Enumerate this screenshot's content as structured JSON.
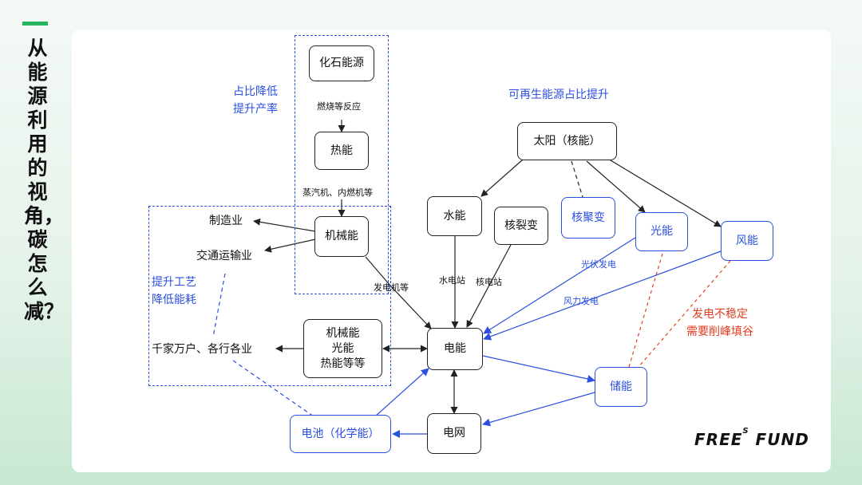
{
  "title": "从能源利用的视角，碳怎么减？",
  "nodes": {
    "fossil": "化石能源",
    "heat": "热能",
    "mechanical": "机械能",
    "sun": "太阳（核能）",
    "hydro": "水能",
    "fission": "核裂变",
    "fusion": "核聚变",
    "solar": "光能",
    "wind": "风能",
    "electricity": "电能",
    "terminal": "机械能\n光能\n热能等等",
    "storage": "储能",
    "grid": "电网",
    "battery": "电池（化学能）"
  },
  "edge_labels": {
    "combustion": "燃烧等反应",
    "engines": "蒸汽机、内燃机等",
    "generator": "发电机等",
    "hydro_station": "水电站",
    "nuclear_station": "核电站",
    "pv": "光伏发电",
    "wind_power": "风力发电"
  },
  "sectors": {
    "manufacturing": "制造业",
    "transport": "交通运输业",
    "households": "千家万户、各行各业"
  },
  "notes": {
    "reduce_ratio": "占比降低\n提升产率",
    "renewables": "可再生能源占比提升",
    "process": "提升工艺\n降低能耗",
    "unstable": "发电不稳定\n需要削峰填谷"
  },
  "logo": {
    "main": "FREE",
    "sup": "S",
    "tail": " FUND"
  },
  "colors": {
    "accent": "#27b45f",
    "blue": "#2b4fe0",
    "red": "#e23c20",
    "black": "#222222"
  }
}
